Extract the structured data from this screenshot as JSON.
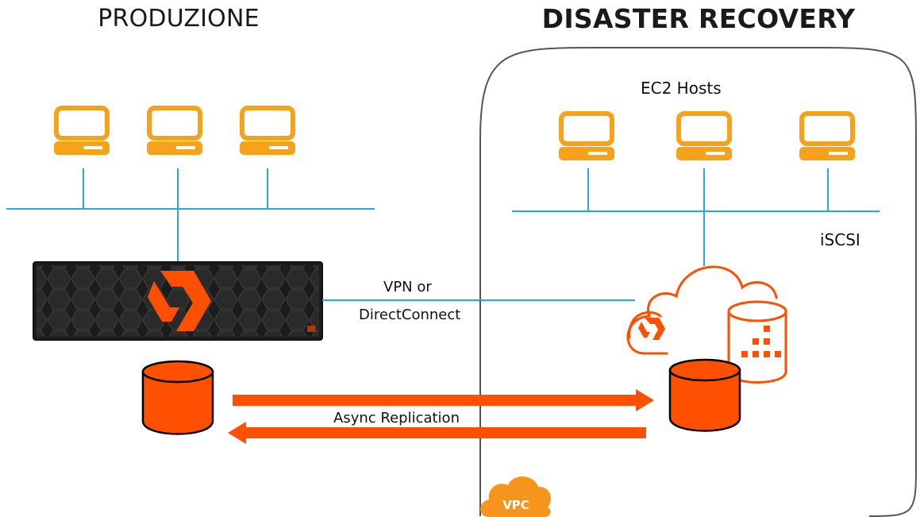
{
  "diagram": {
    "production_title": "PRODUZIONE",
    "dr_title": "DISASTER RECOVERY",
    "ec2_hosts_label": "EC2 Hosts",
    "iscsi_label": "iSCSI",
    "vpn_label_line1": "VPN or",
    "vpn_label_line2": "DirectConnect",
    "replication_label": "Async Replication",
    "vpc_badge": "VPC"
  },
  "colors": {
    "host_orange": "#f7a21b",
    "database_orange": "#fe5000",
    "link_blue": "#26a9e0",
    "border_gray": "#555555"
  },
  "icons": [
    "computer-icon",
    "storage-array-icon",
    "cloud-icon",
    "database-icon",
    "vpc-cloud-icon",
    "pure-logo-icon"
  ]
}
